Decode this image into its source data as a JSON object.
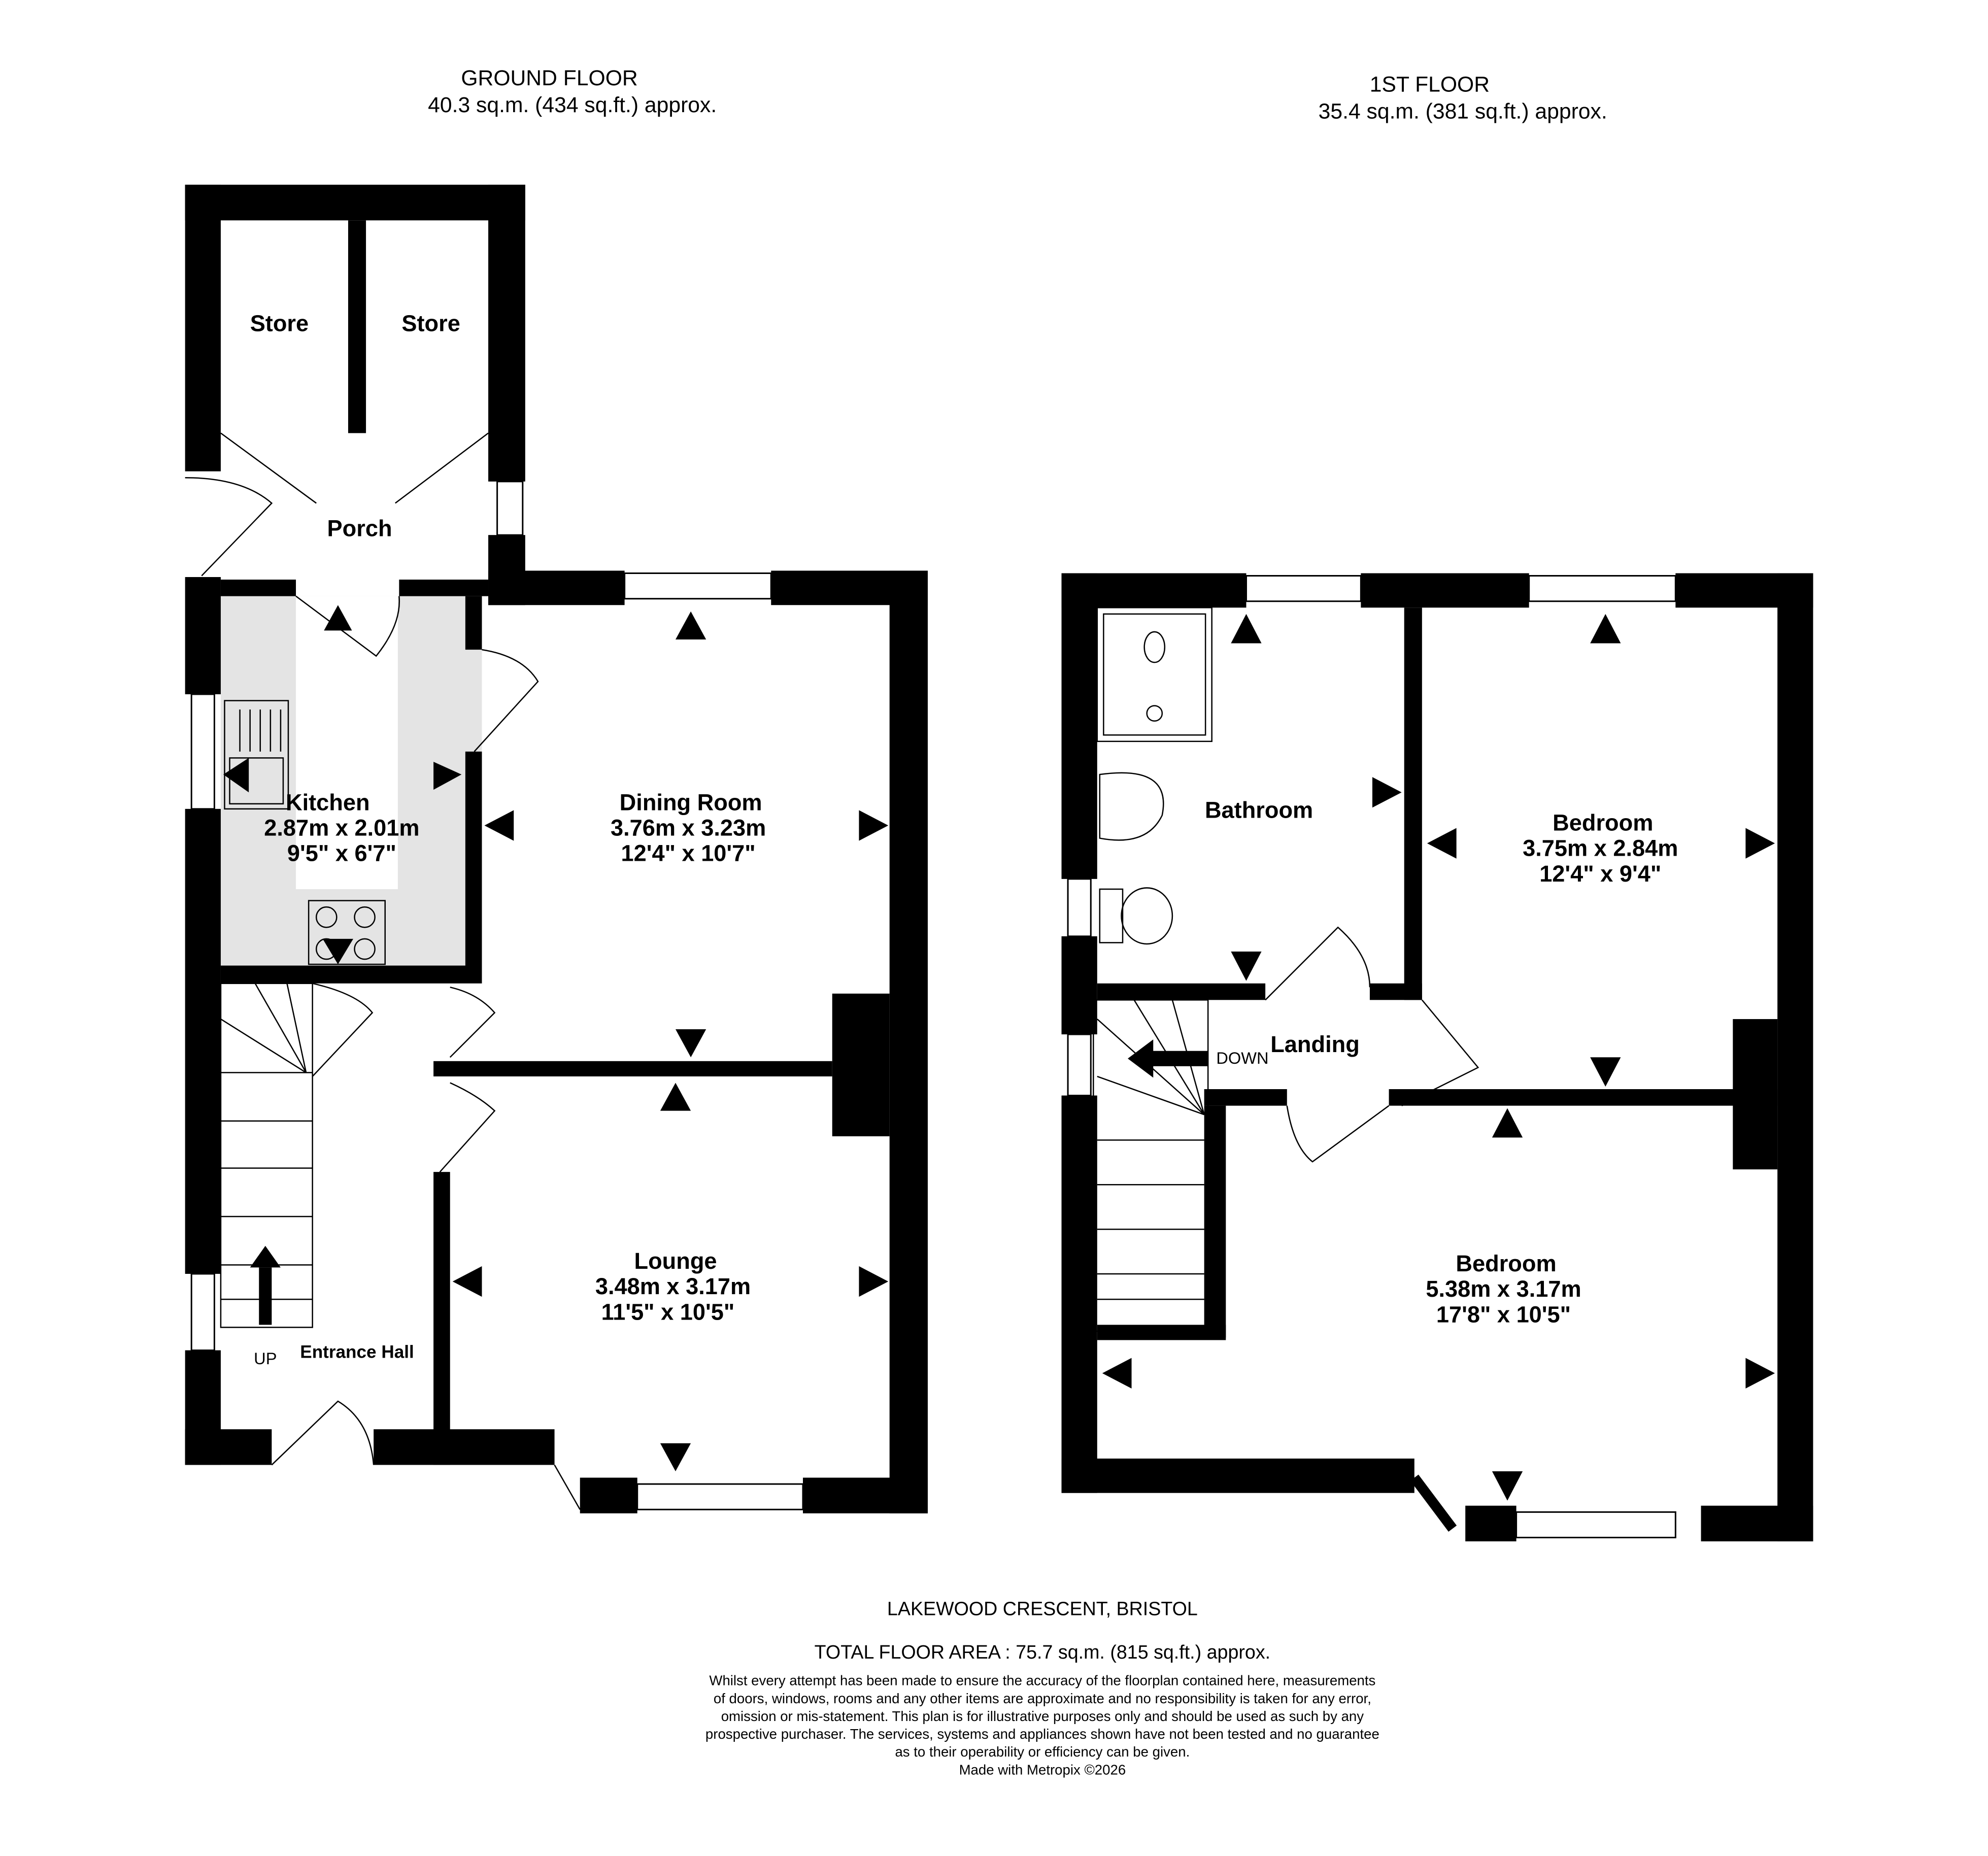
{
  "ground_floor": {
    "title": "GROUND FLOOR",
    "area": "40.3 sq.m. (434 sq.ft.) approx.",
    "rooms": [
      {
        "name": "Store"
      },
      {
        "name": "Store"
      },
      {
        "name": "Porch"
      },
      {
        "name": "Kitchen",
        "metric": "2.87m  x 2.01m",
        "imperial": "9'5\"  x 6'7\""
      },
      {
        "name": "Dining Room",
        "metric": "3.76m  x 3.23m",
        "imperial": "12'4\"  x 10'7\""
      },
      {
        "name": "Lounge",
        "metric": "3.48m  x 3.17m",
        "imperial": "11'5\"  x 10'5\""
      },
      {
        "name": "Entrance Hall"
      }
    ],
    "stairs_label": "UP"
  },
  "first_floor": {
    "title": "1ST FLOOR",
    "area": "35.4 sq.m. (381 sq.ft.) approx.",
    "rooms": [
      {
        "name": "Bathroom"
      },
      {
        "name": "Bedroom",
        "metric": "3.75m  x 2.84m",
        "imperial": "12'4\"  x 9'4\""
      },
      {
        "name": "Landing"
      },
      {
        "name": "Bedroom",
        "metric": "5.38m  x 3.17m",
        "imperial": "17'8\"  x 10'5\""
      }
    ],
    "stairs_label": "DOWN"
  },
  "footer": {
    "address": "LAKEWOOD CRESCENT, BRISTOL",
    "total": "TOTAL FLOOR AREA : 75.7 sq.m. (815 sq.ft.) approx.",
    "disclaimer": [
      "Whilst every attempt has been made to ensure the accuracy of the floorplan contained here, measurements",
      "of doors, windows, rooms and any other items are approximate and no responsibility is taken for any error,",
      "omission or mis-statement. This plan is for illustrative purposes only and should be used as such by any",
      "prospective purchaser. The services, systems and appliances shown have not been tested and no guarantee",
      "as to their operability or efficiency can be given."
    ],
    "credit": "Made with Metropix ©2026"
  }
}
